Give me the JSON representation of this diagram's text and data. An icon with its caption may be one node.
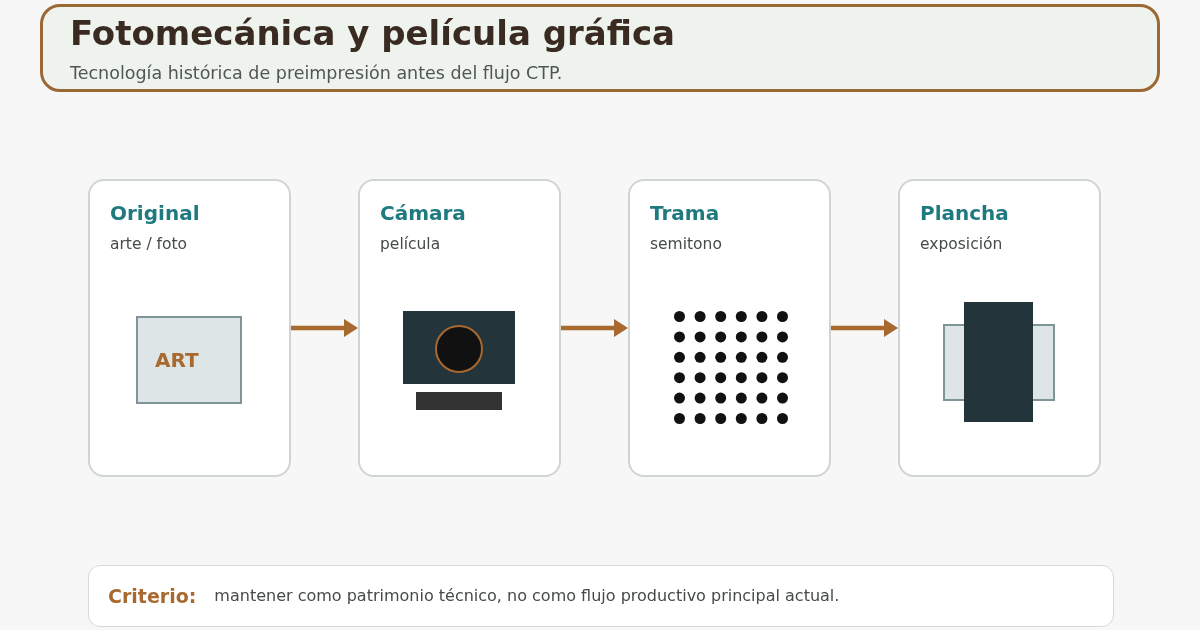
{
  "diagram": {
    "title": "Fotomecánica y película gráfica",
    "nodes": [
      {
        "text": [
          "Original",
          "arte / foto"
        ]
      },
      {
        "text": [
          "ART"
        ],
        "in": 0
      },
      {
        "text": [
          "Cámara",
          "película"
        ]
      },
      {
        "text": [
          "Trama",
          "semitono"
        ]
      },
      {
        "text": [
          "Plancha",
          "exposición"
        ]
      },
      {
        "text": [
          "Criterio:",
          "mantener como patrimonio técnico, no como flujo productivo principal actual."
        ]
      }
    ],
    "edges": [
      {
        "from": 0,
        "to": 2,
        "arrow": "to"
      },
      {
        "from": 2,
        "to": 3,
        "arrow": "to"
      },
      {
        "from": 3,
        "to": 4,
        "arrow": "to"
      }
    ],
    "labels": [
      "Tecnología histórica de preimpresión antes del flujo CTP."
    ]
  }
}
